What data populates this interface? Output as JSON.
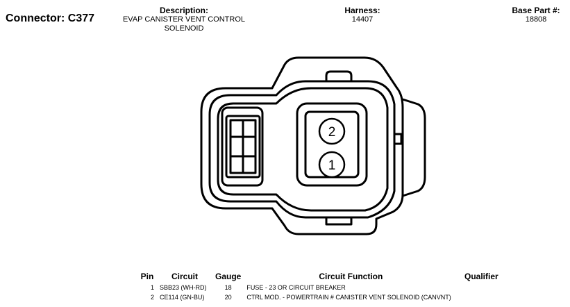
{
  "connector": {
    "title": "Connector: C377"
  },
  "description": {
    "label": "Description:",
    "lines": [
      "EVAP CANISTER VENT CONTROL",
      "SOLENOID"
    ]
  },
  "harness": {
    "label": "Harness:",
    "value": "14407"
  },
  "base_part": {
    "label": "Base Part #:",
    "value": "18808"
  },
  "diagram": {
    "pin_labels": [
      "2",
      "1"
    ]
  },
  "table": {
    "headers": [
      "Pin",
      "Circuit",
      "Gauge",
      "Circuit Function",
      "Qualifier"
    ],
    "rows": [
      {
        "pin": "1",
        "circuit": "SBB23 (WH-RD)",
        "gauge": "18",
        "function": "FUSE - 23 OR CIRCUIT BREAKER",
        "qualifier": ""
      },
      {
        "pin": "2",
        "circuit": "CE114 (GN-BU)",
        "gauge": "20",
        "function": "CTRL MOD. - POWERTRAIN # CANISTER VENT SOLENOID (CANVNT)",
        "qualifier": ""
      }
    ]
  }
}
